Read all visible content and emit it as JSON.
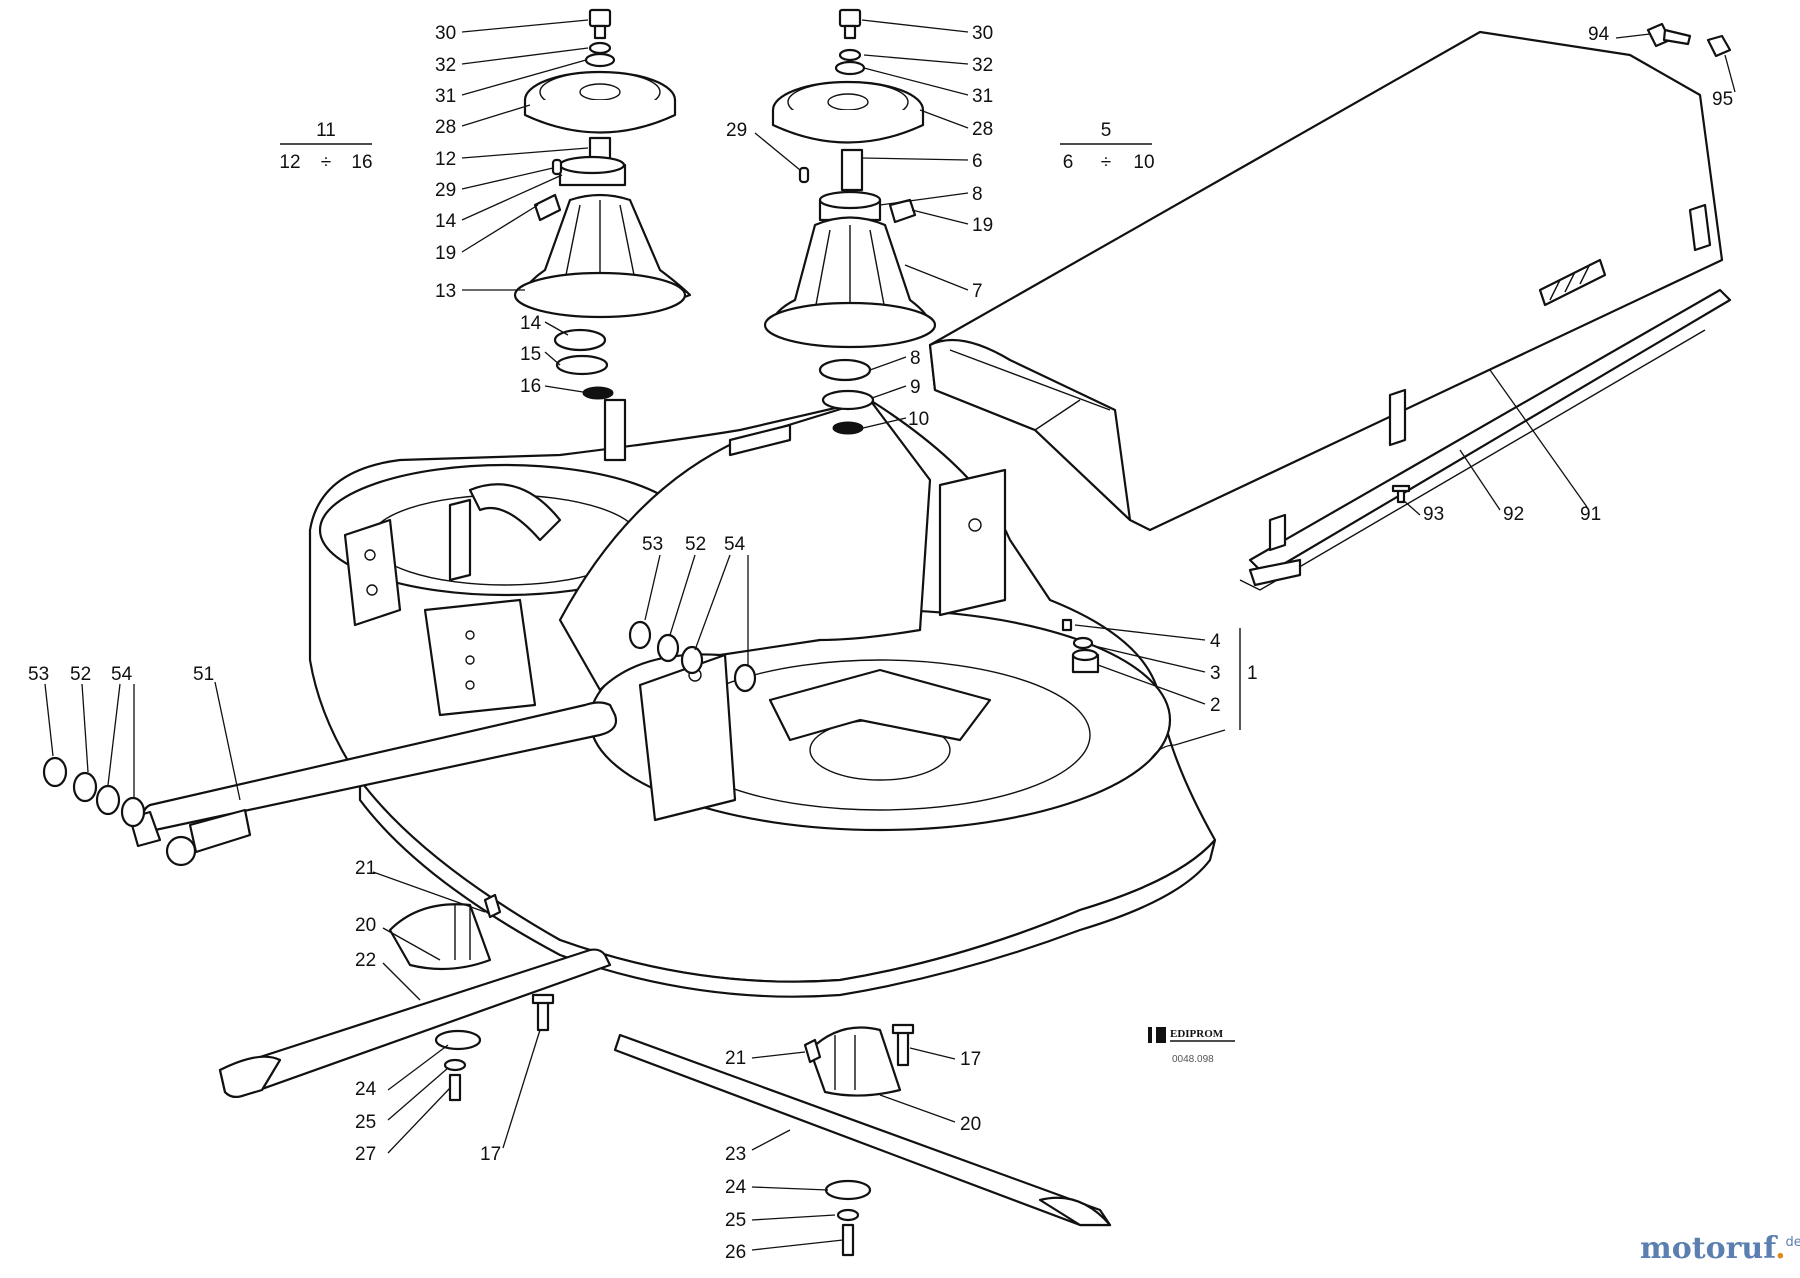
{
  "parts": {
    "p1": "1",
    "p2": "2",
    "p3": "3",
    "p4": "4",
    "p5": "5",
    "p6": "6",
    "p7": "7",
    "p8a": "8",
    "p8b": "8",
    "p9": "9",
    "p10": "10",
    "p11": "11",
    "p12": "12",
    "p13": "13",
    "p14a": "14",
    "p14b": "14",
    "p15": "15",
    "p16": "16",
    "p17a": "17",
    "p17b": "17",
    "p19a": "19",
    "p19b": "19",
    "p20a": "20",
    "p20b": "20",
    "p21a": "21",
    "p21b": "21",
    "p22": "22",
    "p23": "23",
    "p24a": "24",
    "p24b": "24",
    "p25a": "25",
    "p25b": "25",
    "p26": "26",
    "p27": "27",
    "p28a": "28",
    "p28b": "28",
    "p29a": "29",
    "p29b": "29",
    "p30a": "30",
    "p30b": "30",
    "p31a": "31",
    "p31b": "31",
    "p32a": "32",
    "p32b": "32",
    "p51": "51",
    "p52a": "52",
    "p52b": "52",
    "p53a": "53",
    "p53b": "53",
    "p54a": "54",
    "p54b": "54",
    "p91": "91",
    "p92": "92",
    "p93": "93",
    "p94": "94",
    "p95": "95"
  },
  "group_left": {
    "top": "11",
    "bottom_from": "12",
    "bottom_to": "16",
    "op": "÷"
  },
  "group_right": {
    "top": "5",
    "bottom_from": "6",
    "bottom_to": "10",
    "op": "÷"
  },
  "logo": {
    "name": "EDIPROM",
    "code": "0048.098"
  },
  "watermark": {
    "brand_main": "motoruf",
    "brand_dot": ".",
    "brand_tld": "de"
  }
}
